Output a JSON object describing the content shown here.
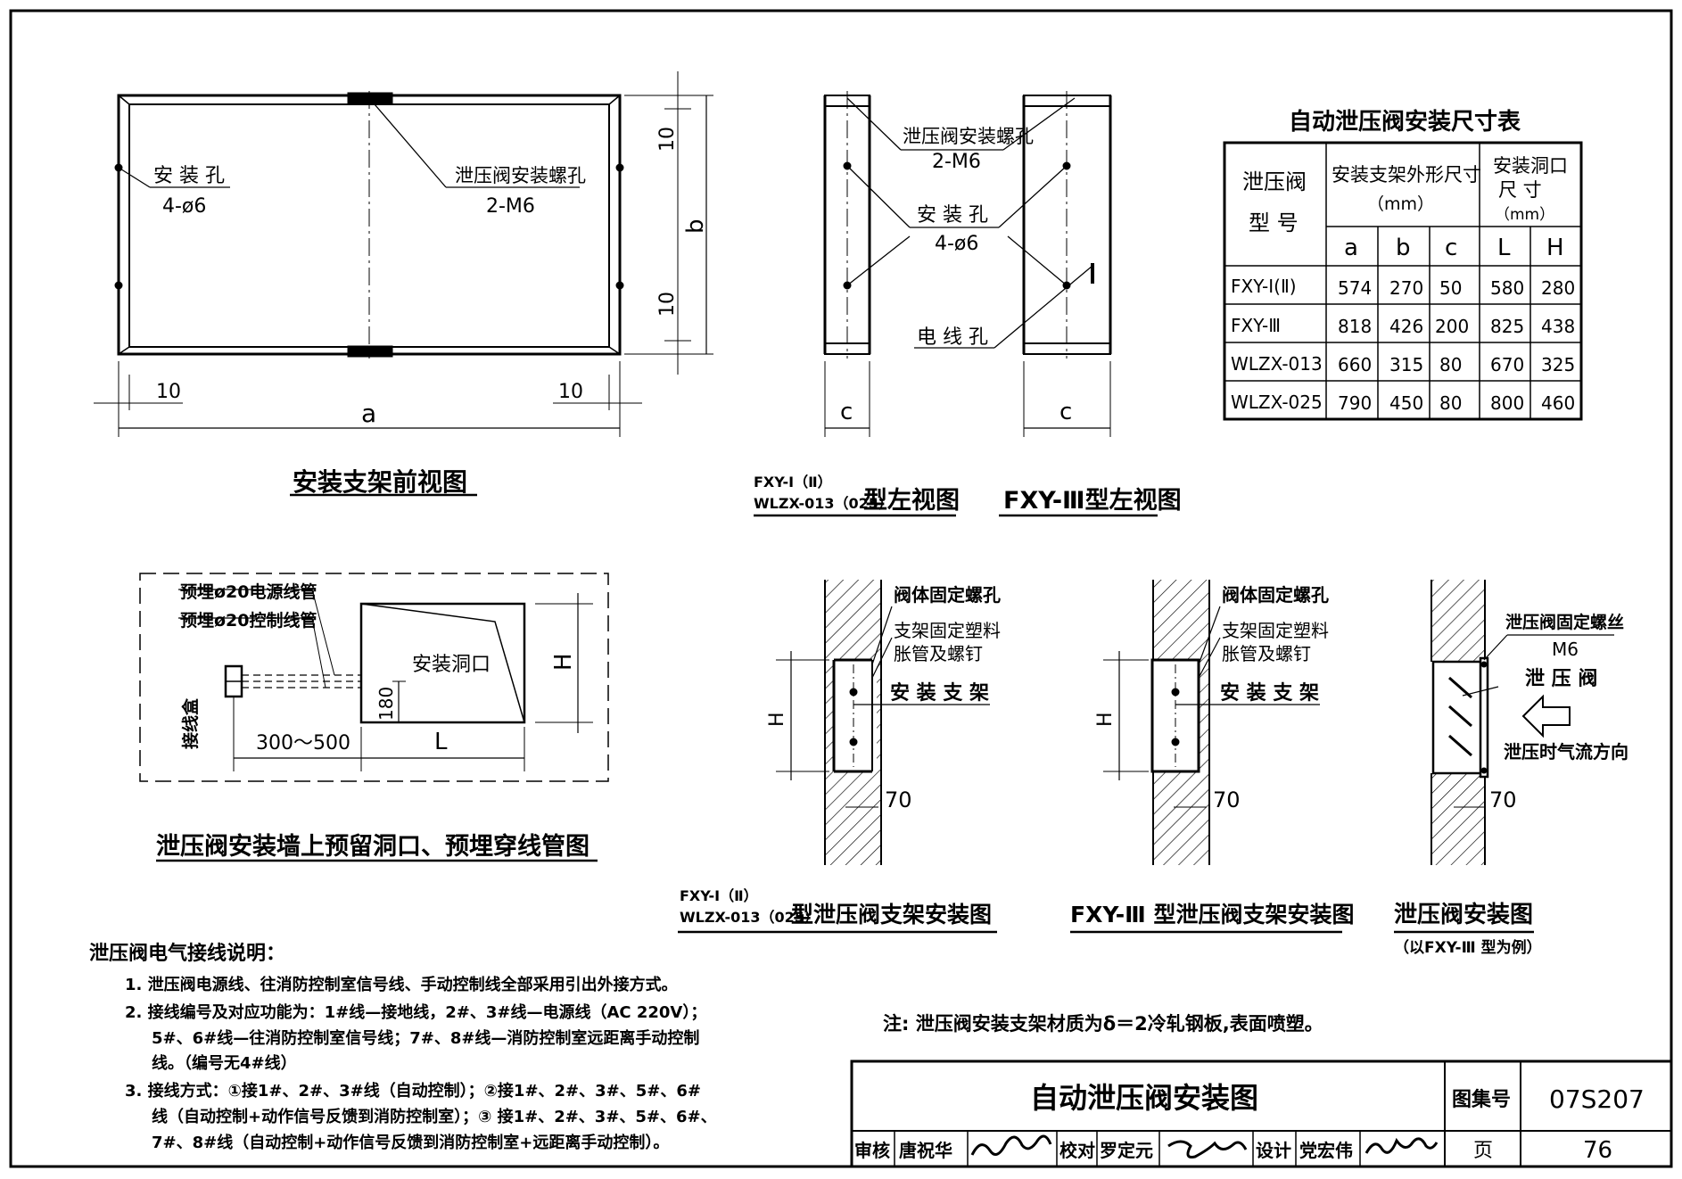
{
  "front_view": {
    "title": "安装支架前视图",
    "mount_hole_label": "安 装 孔",
    "mount_hole_spec": "4-ø6",
    "screw_hole_label": "泄压阀安装螺孔",
    "screw_hole_spec": "2-M6",
    "dim_top": "10",
    "dim_b": "b",
    "dim_bottom": "10",
    "dim_left": "10",
    "dim_right": "10",
    "dim_a": "a"
  },
  "side_views": {
    "screw_hole_label": "泄压阀安装螺孔",
    "screw_hole_spec": "2-M6",
    "mount_hole_label": "安 装 孔",
    "mount_hole_spec": "4-ø6",
    "wire_hole_label": "电 线 孔",
    "dim_c": "c",
    "view1_title_line1": "FXY-Ⅰ（Ⅱ）",
    "view1_title_line2": "WLZX-013（025）",
    "view1_title_suffix": "型左视图",
    "view2_title": "FXY-Ⅲ型左视图"
  },
  "size_table": {
    "title": "自动泄压阀安装尺寸表",
    "header_model_line1": "泄压阀",
    "header_model_line2": "型  号",
    "header_frame_line1": "安装支架外形尺寸",
    "header_frame_line2": "（mm）",
    "header_hole_line1": "安装洞口",
    "header_hole_line2": "尺  寸",
    "header_hole_line3": "（mm）",
    "columns": [
      "a",
      "b",
      "c",
      "L",
      "H"
    ],
    "rows": [
      [
        "FXY-Ⅰ(Ⅱ)",
        "574",
        "270",
        "50",
        "580",
        "280"
      ],
      [
        "FXY-Ⅲ",
        "818",
        "426",
        "200",
        "825",
        "438"
      ],
      [
        "WLZX-013",
        "660",
        "315",
        "80",
        "670",
        "325"
      ],
      [
        "WLZX-025",
        "790",
        "450",
        "80",
        "800",
        "460"
      ]
    ]
  },
  "wall_opening": {
    "conduit_power": "预埋ø20电源线管",
    "conduit_control": "预埋ø20控制线管",
    "junction_box": "接线盒",
    "opening_label": "安装洞口",
    "dim_180": "180",
    "dim_300_500": "300～500",
    "dim_L": "L",
    "dim_H": "H",
    "title": "泄压阀安装墙上预留洞口、预埋穿线管图"
  },
  "bracket_install": {
    "body_screw": "阀体固定螺孔",
    "anchor_line1": "支架固定塑料",
    "anchor_line2": "胀管及螺钉",
    "bracket": "安 装 支 架",
    "dim_H": "H",
    "dim_70": "70",
    "view1_title_line1": "FXY-Ⅰ（Ⅱ）",
    "view1_title_line2": "WLZX-013（025）",
    "view1_title_suffix": "型泄压阀支架安装图",
    "view2_title": "FXY-Ⅲ 型泄压阀支架安装图"
  },
  "valve_install": {
    "screw_label": "泄压阀固定螺丝",
    "screw_spec": "M6",
    "valve_label": "泄  压  阀",
    "airflow_label": "泄压时气流方向",
    "dim_70": "70",
    "title": "泄压阀安装图",
    "subtitle": "（以FXY-Ⅲ 型为例）"
  },
  "wiring_notes": {
    "heading": "泄压阀电气接线说明：",
    "lines": [
      "1. 泄压阀电源线、往消防控制室信号线、手动控制线全部采用引出外接方式。",
      "2. 接线编号及对应功能为：1#线—接地线，2#、3#线—电源线（AC 220V）；",
      "5#、6#线—往消防控制室信号线；7#、8#线—消防控制室远距离手动控制",
      "线。（编号无4#线）",
      "3. 接线方式：①接1#、2#、3#线（自动控制）；②接1#、2#、3#、5#、6#",
      "线（自动控制+动作信号反馈到消防控制室）；③ 接1#、2#、3#、5#、6#、",
      "7#、8#线（自动控制+动作信号反馈到消防控制室+远距离手动控制）。"
    ]
  },
  "material_note": "注:   泄压阀安装支架材质为δ＝2冷轧钢板,表面喷塑。",
  "title_block": {
    "drawing_title": "自动泄压阀安装图",
    "atlas_label": "图集号",
    "atlas_no": "07S207",
    "review_label": "审核",
    "reviewer": "唐祝华",
    "check_label": "校对",
    "checker": "罗定元",
    "design_label": "设计",
    "designer": "党宏伟",
    "page_label": "页",
    "page_no": "76"
  }
}
